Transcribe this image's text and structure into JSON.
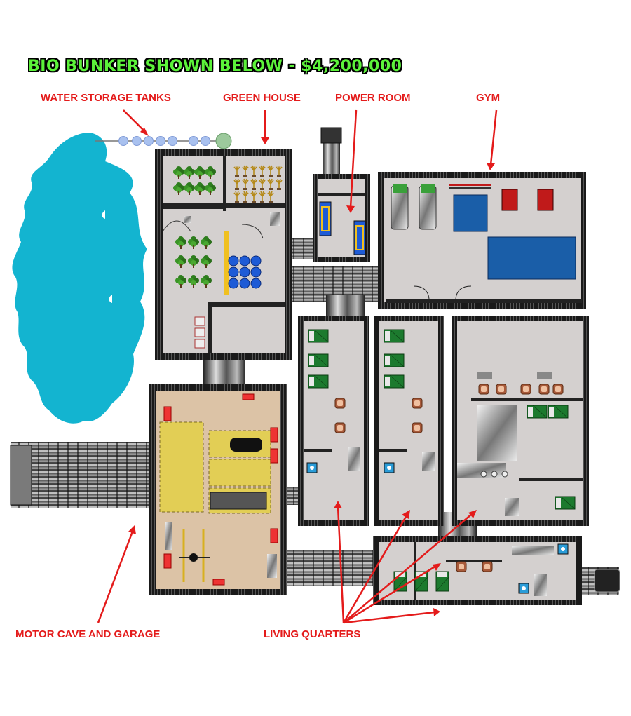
{
  "title": "BIO BUNKER SHOWN BELOW - $4,200,000",
  "labels": {
    "water_storage_tanks": "WATER STORAGE TANKS",
    "green_house": "GREEN HOUSE",
    "power_room": "POWER ROOM",
    "gym": "GYM",
    "motor_cave": "MOTOR CAVE AND GARAGE",
    "living_quarters": "LIVING QUARTERS"
  },
  "colors": {
    "title": "#5cf23a",
    "label": "#e41b1b",
    "lake": "#13b4d0",
    "wall": "#1a1a1a",
    "floor": "#d4d0cf",
    "garage_floor": "#dcc3a6",
    "parking": "#e2ce55",
    "bed": "#1c7a2e",
    "pool": "#1a5ea8",
    "tank": "#1e5bd6"
  }
}
